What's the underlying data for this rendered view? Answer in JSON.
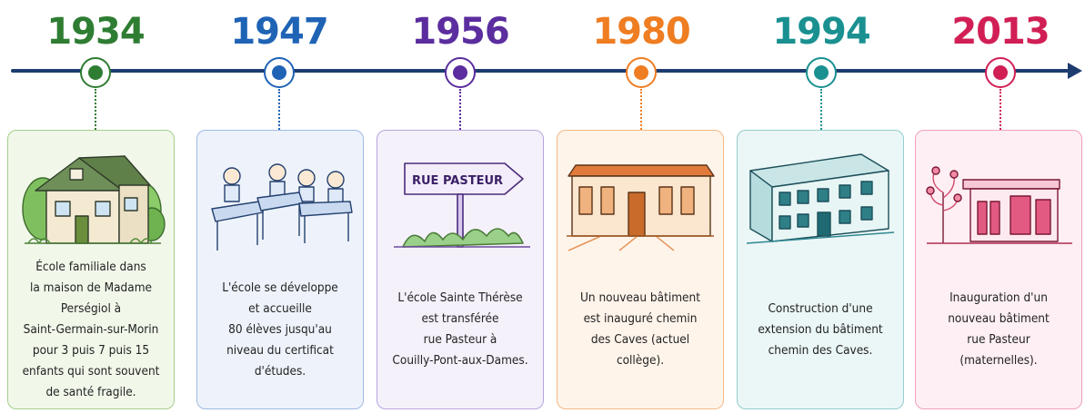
{
  "palette": {
    "axis": "#1d3c70",
    "green": "#2e7d32",
    "blue": "#1f63b5",
    "purple": "#5b2d9e",
    "orange": "#ef7d22",
    "teal": "#1a9090",
    "crimson": "#d11f55"
  },
  "events": [
    {
      "year": "1934",
      "color": "#2e7d32",
      "card_bg": "#f1f8ea",
      "card_border": "#a6cf8c",
      "illustration": "house-icon",
      "text": "École familiale dans\nla maison de Madame\nPerségiol à\nSaint-Germain-sur-Morin\npour 3 puis 7 puis 15\nenfants qui sont souvent\nde santé fragile."
    },
    {
      "year": "1947",
      "color": "#1f63b5",
      "card_bg": "#eef3fb",
      "card_border": "#9db9e3",
      "illustration": "classroom-icon",
      "text": "L'école se développe\net accueille\n80 élèves jusqu'au\nniveau du certificat\nd'études."
    },
    {
      "year": "1956",
      "color": "#5b2d9e",
      "card_bg": "#f5f1fb",
      "card_border": "#b8a4de",
      "illustration": "street-sign-icon",
      "sign_text": "RUE PASTEUR",
      "text": "L'école Sainte Thérèse\nest transférée\nrue Pasteur à\nCouilly-Pont-aux-Dames."
    },
    {
      "year": "1980",
      "color": "#ef7d22",
      "card_bg": "#fff4ea",
      "card_border": "#f4b988",
      "illustration": "school-building-icon",
      "text": "Un nouveau bâtiment\nest inauguré chemin\ndes Caves (actuel\ncollège)."
    },
    {
      "year": "1994",
      "color": "#1a9090",
      "card_bg": "#ebf6f6",
      "card_border": "#93cdcd",
      "illustration": "extension-building-icon",
      "text": "Construction d'une\nextension du bâtiment\nchemin des Caves."
    },
    {
      "year": "2013",
      "color": "#d11f55",
      "card_bg": "#fdeff3",
      "card_border": "#efa1b8",
      "illustration": "modern-building-icon",
      "text": "Inauguration d'un\nnouveau bâtiment\nrue Pasteur\n(maternelles)."
    }
  ]
}
